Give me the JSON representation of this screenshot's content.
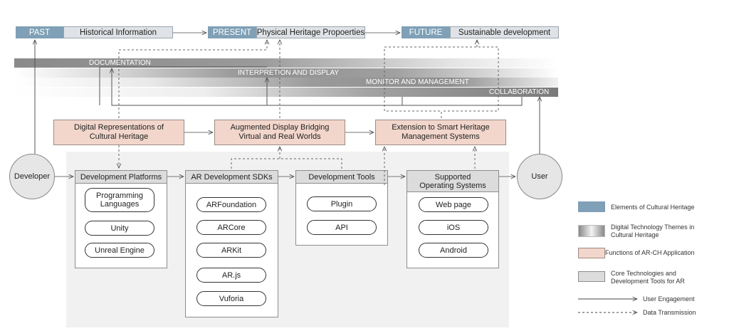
{
  "eras": [
    {
      "tag": "PAST",
      "text": "Historical Information"
    },
    {
      "tag": "PRESENT",
      "text": "Physical Heritage Propoerties"
    },
    {
      "tag": "FUTURE",
      "text": "Sustainable development"
    }
  ],
  "themes": [
    "DOCUMENTATION",
    "INTERPRETION AND DISPLAY",
    "MONITOR AND MANAGEMENT",
    "COLLABORATION"
  ],
  "functions": [
    "Digital Representations of Cultural Heritage",
    "Augmented Display Bridging Virtual and Real Worlds",
    "Extension to Smart Heritage Management Systems"
  ],
  "actors": {
    "developer": "Developer",
    "user": "User"
  },
  "panels": [
    {
      "title": "Development Platforms",
      "items": [
        "Programming Languages",
        "Unity",
        "Unreal Engine"
      ]
    },
    {
      "title": "AR Development SDKs",
      "items": [
        "ARFoundation",
        "ARCore",
        "ARKit",
        "AR.js",
        "Vuforia"
      ]
    },
    {
      "title": "Development Tools",
      "items": [
        "Plugin",
        "API"
      ]
    },
    {
      "title": "Supported Operating Systems",
      "items": [
        "Web page",
        "iOS",
        "Android"
      ]
    }
  ],
  "legend": {
    "elements": "Elements of Cultural Heritage",
    "themes": "Digital Technology Themes in Cultural Heritage",
    "functions": "Functions of AR-CH Application",
    "core": "Core Technologies and Development Tools for AR",
    "engagement": "User Engagement",
    "transmission": "Data Transmission"
  },
  "colors": {
    "era_tag": "#7fa0b6",
    "function_fill": "#f2d6cb",
    "core_fill": "#dcdcdc",
    "theme_band": "#8a8a8a"
  }
}
